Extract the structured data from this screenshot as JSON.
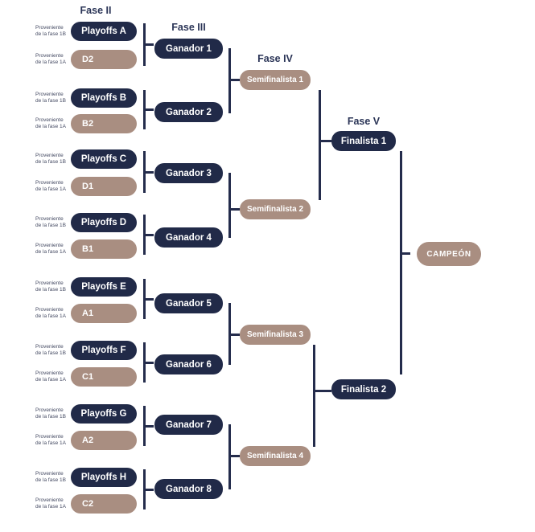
{
  "phase_headers": {
    "fase_ii": "Fase II",
    "fase_iii": "Fase III",
    "fase_iv": "Fase IV",
    "fase_v": "Fase V"
  },
  "source_top": {
    "line1": "Proveniente",
    "line2": "de la fase 1B"
  },
  "source_bottom": {
    "line1": "Proveniente",
    "line2": "de la fase 1A"
  },
  "pairs": [
    {
      "playoff": "Playoffs A",
      "seed": "D2"
    },
    {
      "playoff": "Playoffs B",
      "seed": "B2"
    },
    {
      "playoff": "Playoffs C",
      "seed": "D1"
    },
    {
      "playoff": "Playoffs D",
      "seed": "B1"
    },
    {
      "playoff": "Playoffs E",
      "seed": "A1"
    },
    {
      "playoff": "Playoffs F",
      "seed": "C1"
    },
    {
      "playoff": "Playoffs G",
      "seed": "A2"
    },
    {
      "playoff": "Playoffs H",
      "seed": "C2"
    }
  ],
  "ganadores": [
    "Ganador 1",
    "Ganador 2",
    "Ganador 3",
    "Ganador 4",
    "Ganador 5",
    "Ganador 6",
    "Ganador 7",
    "Ganador 8"
  ],
  "semifinalistas": [
    "Semifinalista 1",
    "Semifinalista 2",
    "Semifinalista 3",
    "Semifinalista 4"
  ],
  "finalistas": [
    "Finalista 1",
    "Finalista 2"
  ],
  "champion": "CAMPEÓN",
  "colors": {
    "navy": "#212a48",
    "tan": "#a98e81",
    "line": "#242c4c",
    "header_text": "#2b3557"
  }
}
